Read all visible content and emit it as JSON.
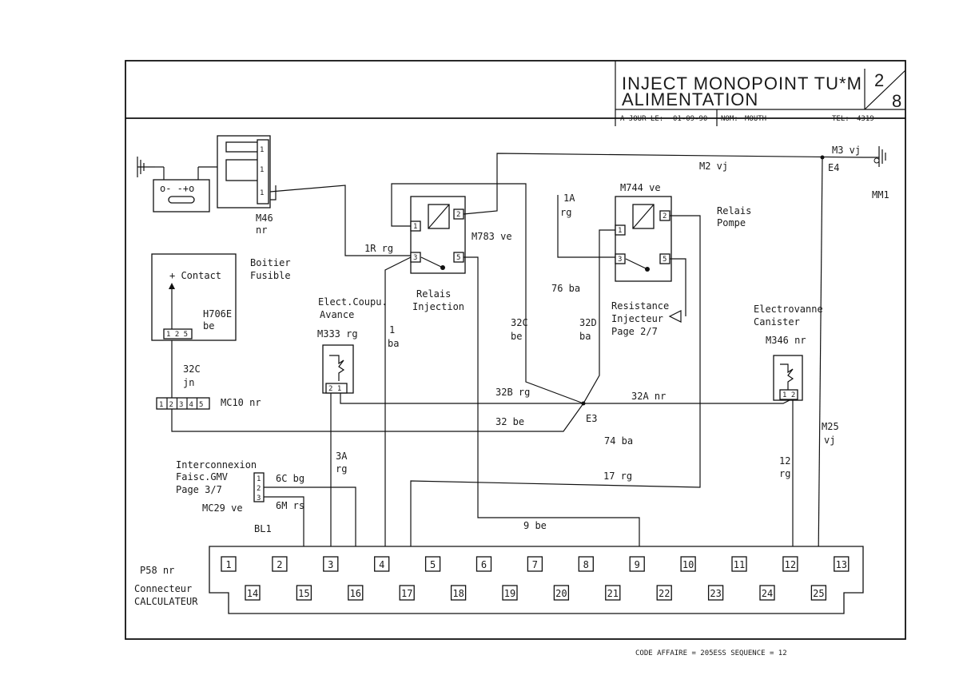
{
  "title": {
    "line1": "INJECT MONOPOINT TU*M",
    "line2": "ALIMENTATION",
    "sheet_top": "2",
    "sheet_bottom": "8",
    "date_label": "A JOUR LE:",
    "date_value": "01-09-90",
    "name_label": "NOM:",
    "name_value": "MOUTH",
    "tel_label": "TEL:",
    "tel_value": "4319"
  },
  "footer": "CODE AFFAIRE = 205ESS SEQUENCE = 12",
  "components": {
    "m46": {
      "code": "M46",
      "color": "nr"
    },
    "boitier": {
      "line1": "Boitier",
      "line2": "Fusible",
      "contact": "+ Contact",
      "code": "H706E",
      "color": "be",
      "pins": "1 2 5"
    },
    "mc10": {
      "code": "MC10 nr",
      "pins": [
        "1",
        "2",
        "3",
        "4",
        "5"
      ]
    },
    "relais_inj": {
      "code": "M783 ve",
      "line1": "Relais",
      "line2": "Injection"
    },
    "relais_pompe": {
      "code": "M744 ve",
      "line1": "Relais",
      "line2": "Pompe"
    },
    "elect": {
      "line1": "Elect.Coupu.",
      "line2": "Avance",
      "code": "M333 rg"
    },
    "resistance": {
      "line1": "Resistance",
      "line2": "Injecteur",
      "line3": "Page 2/7"
    },
    "canister": {
      "line1": "Electrovanne",
      "line2": "Canister",
      "code": "M346 nr"
    },
    "interconnexion": {
      "line1": "Interconnexion",
      "line2": "Faisc.GMV",
      "line3": "Page 3/7",
      "code": "MC29 ve",
      "pins": [
        "1",
        "2",
        "3"
      ]
    },
    "mm1": "MM1",
    "e4": "E4",
    "e3": "E3",
    "bl1": "BL1",
    "connector": {
      "code": "P58 nr",
      "line1": "Connecteur",
      "line2": "CALCULATEUR"
    }
  },
  "relay_pins": {
    "p1": "1",
    "p2": "2",
    "p3": "3",
    "p5": "5"
  },
  "wires": {
    "m3": "M3 vj",
    "m2": "M2 vj",
    "w1a": "1A",
    "w1a_c": "rg",
    "w1r": "1R rg",
    "w1": "1",
    "w1_c": "ba",
    "w76": "76 ba",
    "w32c_a": "32C",
    "w32c_ac": "be",
    "w32d": "32D",
    "w32d_c": "ba",
    "w32c_b": "32C",
    "w32c_bc": "jn",
    "w32b": "32B rg",
    "w32a": "32A nr",
    "w32": "32 be",
    "w74": "74 ba",
    "w3a": "3A",
    "w3a_c": "rg",
    "w17": "17 rg",
    "w12": "12",
    "w12_c": "rg",
    "m25": "M25",
    "m25_c": "vj",
    "w6c": "6C bg",
    "w6m": "6M rs",
    "w9": "9 be"
  },
  "pins_top": [
    "1",
    "2",
    "3",
    "4",
    "5",
    "6",
    "7",
    "8",
    "9",
    "10",
    "11",
    "12",
    "13"
  ],
  "pins_bottom": [
    "14",
    "15",
    "16",
    "17",
    "18",
    "19",
    "20",
    "21",
    "22",
    "23",
    "24",
    "25"
  ]
}
